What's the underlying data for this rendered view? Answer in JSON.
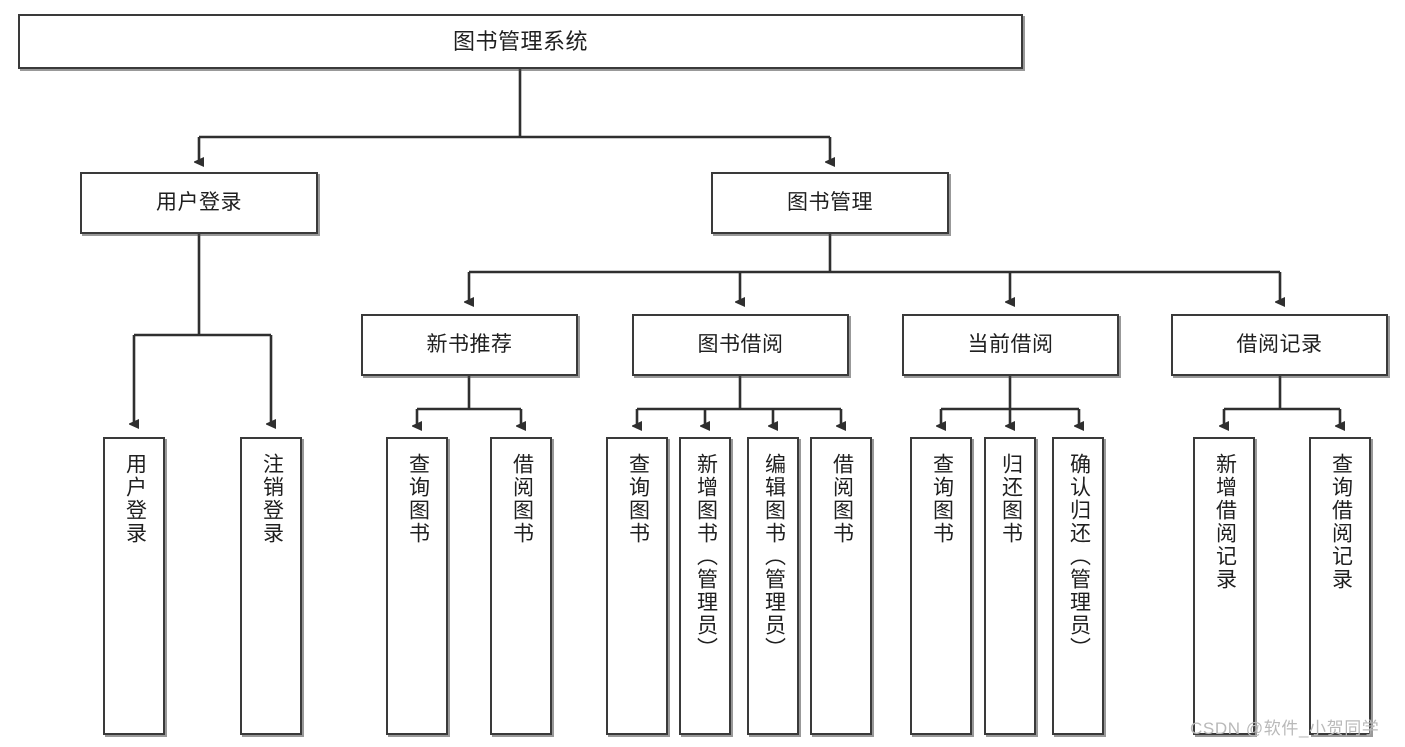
{
  "diagram": {
    "title": "图书管理系统",
    "type": "tree-hierarchy-diagram",
    "colors": {
      "stroke": "#3a3a3a",
      "fill": "#ffffff",
      "text": "#1f1f1f",
      "watermark": "#b9b9b9"
    },
    "levels": {
      "root": {
        "label": "图书管理系统"
      },
      "level2": [
        {
          "label": "用户登录"
        },
        {
          "label": "图书管理"
        }
      ],
      "level3": [
        {
          "label": "新书推荐"
        },
        {
          "label": "图书借阅"
        },
        {
          "label": "当前借阅"
        },
        {
          "label": "借阅记录"
        }
      ],
      "leaves": {
        "user_login": [
          {
            "label": "用户登录"
          },
          {
            "label": "注销登录"
          }
        ],
        "new_book_recommend": [
          {
            "label": "查询图书"
          },
          {
            "label": "借阅图书"
          }
        ],
        "book_borrow": [
          {
            "label": "查询图书"
          },
          {
            "label": "新增图书（管理员）"
          },
          {
            "label": "编辑图书（管理员）"
          },
          {
            "label": "借阅图书"
          }
        ],
        "current_borrow": [
          {
            "label": "查询图书"
          },
          {
            "label": "归还图书"
          },
          {
            "label": "确认归还（管理员）"
          }
        ],
        "borrow_record": [
          {
            "label": "新增借阅记录"
          },
          {
            "label": "查询借阅记录"
          }
        ]
      }
    },
    "watermark": "CSDN @软件_小贺同学"
  }
}
